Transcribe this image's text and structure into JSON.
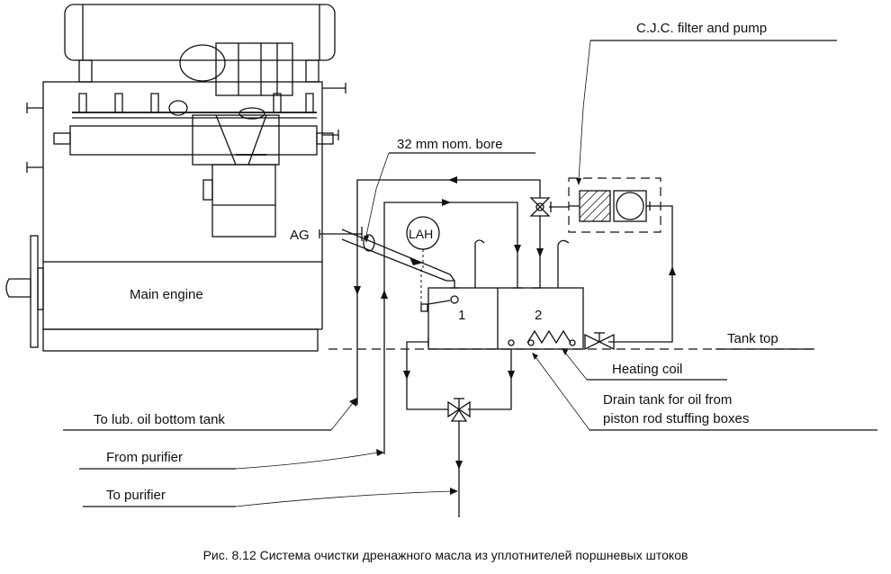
{
  "labels": {
    "cjc": "C.J.C. filter and pump",
    "bore": "32 mm nom. bore",
    "ag": "AG",
    "lah": "LAH",
    "main_engine": "Main engine",
    "tank1": "1",
    "tank2": "2",
    "tank_top": "Tank top",
    "heating_coil": "Heating coil",
    "drain_tank_1": "Drain tank for oil from",
    "drain_tank_2": "piston rod stuffing boxes",
    "to_lub": "To lub. oil bottom tank",
    "from_purifier": "From purifier",
    "to_purifier": "To purifier"
  },
  "caption": "Рис. 8.12 Система очистки дренажного масла из уплотнителей поршневых штоков"
}
